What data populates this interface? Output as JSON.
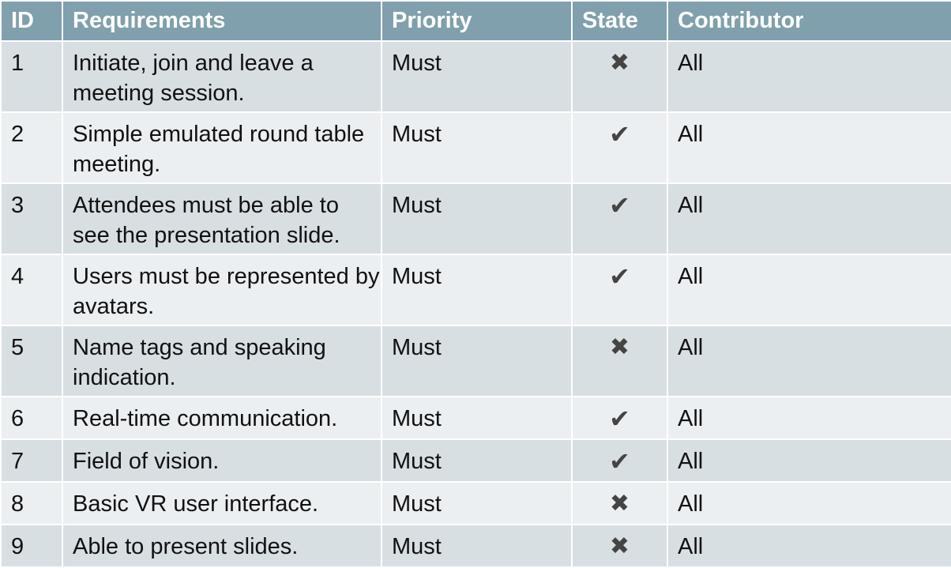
{
  "table": {
    "headers": {
      "id": "ID",
      "requirements": "Requirements",
      "priority": "Priority",
      "state": "State",
      "contributor": "Contributor"
    },
    "rows": [
      {
        "id": "1",
        "requirement": "Initiate, join and leave a meeting session.",
        "priority": "Must",
        "state": "cross",
        "state_symbol": "✖",
        "contributor": "All"
      },
      {
        "id": "2",
        "requirement": "Simple emulated round table meeting.",
        "priority": "Must",
        "state": "check",
        "state_symbol": "✔",
        "contributor": "All"
      },
      {
        "id": "3",
        "requirement": "Attendees must be able to see the presentation slide.",
        "priority": "Must",
        "state": "check",
        "state_symbol": "✔",
        "contributor": "All"
      },
      {
        "id": "4",
        "requirement": "Users must be represented by avatars.",
        "priority": "Must",
        "state": "check",
        "state_symbol": "✔",
        "contributor": "All"
      },
      {
        "id": "5",
        "requirement": "Name tags and speaking indication.",
        "priority": "Must",
        "state": "cross",
        "state_symbol": "✖",
        "contributor": "All"
      },
      {
        "id": "6",
        "requirement": "Real-time communication.",
        "priority": "Must",
        "state": "check",
        "state_symbol": "✔",
        "contributor": "All"
      },
      {
        "id": "7",
        "requirement": "Field of vision.",
        "priority": "Must",
        "state": "check",
        "state_symbol": "✔",
        "contributor": "All"
      },
      {
        "id": "8",
        "requirement": "Basic VR user interface.",
        "priority": "Must",
        "state": "cross",
        "state_symbol": "✖",
        "contributor": "All"
      },
      {
        "id": "9",
        "requirement": "Able to present slides.",
        "priority": "Must",
        "state": "cross",
        "state_symbol": "✖",
        "contributor": "All"
      }
    ]
  },
  "colors": {
    "header_bg": "#7fa0ac",
    "row_odd_bg": "#d7dfe3",
    "row_even_bg": "#eceff1",
    "icon_color": "#444444"
  }
}
